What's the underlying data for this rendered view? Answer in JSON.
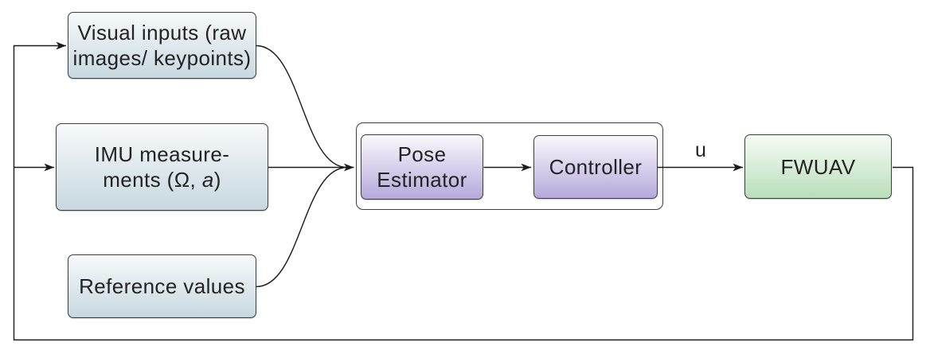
{
  "nodes": {
    "visual_inputs": {
      "label": "Visual inputs (raw images/ keypoints)",
      "line1": "Visual inputs (raw",
      "line2": "images/ keypoints)"
    },
    "imu": {
      "label": "IMU measurements (Ω, a)",
      "line1": "IMU measure-",
      "line2": [
        "ments (Ω, ",
        "a",
        ")"
      ]
    },
    "reference": {
      "label": "Reference values"
    },
    "pose_estimator": {
      "label": "Pose Estimator",
      "line1": "Pose",
      "line2": "Estimator"
    },
    "controller": {
      "label": "Controller"
    },
    "fwuav": {
      "label": "FWUAV"
    }
  },
  "labels": {
    "control_signal": "u"
  },
  "edges": [
    {
      "from": "feedback",
      "to": "visual_inputs",
      "label": ""
    },
    {
      "from": "feedback",
      "to": "imu",
      "label": ""
    },
    {
      "from": "visual_inputs",
      "to": "pose_estimator",
      "label": ""
    },
    {
      "from": "imu",
      "to": "pose_estimator",
      "label": ""
    },
    {
      "from": "reference",
      "to": "pose_estimator",
      "label": ""
    },
    {
      "from": "pose_estimator",
      "to": "controller",
      "label": ""
    },
    {
      "from": "controller",
      "to": "fwuav",
      "label": "u"
    },
    {
      "from": "fwuav",
      "to": "feedback",
      "label": ""
    }
  ],
  "colors": {
    "blue-top": "#f8fafb",
    "blue-bottom": "#c7d8e0",
    "purple-top": "#faf9fd",
    "purple-bottom": "#b6a9db",
    "green-top": "#f5fbf4",
    "green-bottom": "#b9dfbb",
    "node-border": "#3e3e3e",
    "line": "#1a1a1a",
    "text": "#232323"
  }
}
